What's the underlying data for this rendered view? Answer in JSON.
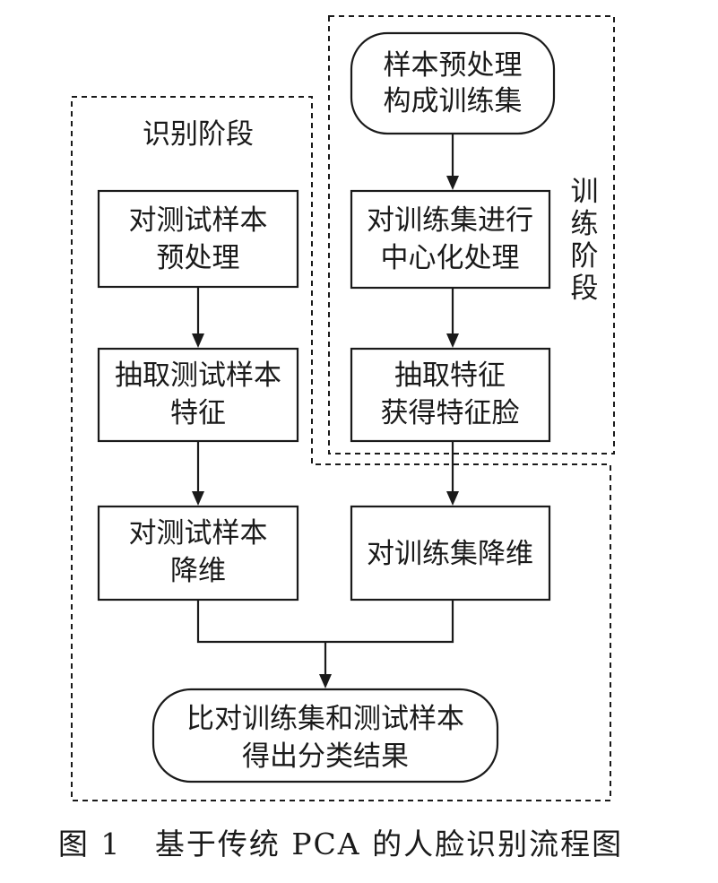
{
  "regions": {
    "recognition": {
      "label": "识别阶段"
    },
    "training": {
      "label_lines": [
        "训",
        "练",
        "阶",
        "段"
      ]
    }
  },
  "nodes": {
    "sample_preprocess": {
      "lines": [
        "样本预处理",
        "构成训练集"
      ]
    },
    "center_train": {
      "lines": [
        "对训练集进行",
        "中心化处理"
      ]
    },
    "extract_eigenface": {
      "lines": [
        "抽取特征",
        "获得特征脸"
      ]
    },
    "reduce_train": {
      "lines": [
        "对训练集降维"
      ]
    },
    "preprocess_test": {
      "lines": [
        "对测试样本",
        "预处理"
      ]
    },
    "extract_test": {
      "lines": [
        "抽取测试样本",
        "特征"
      ]
    },
    "reduce_test": {
      "lines": [
        "对测试样本",
        "降维"
      ]
    },
    "compare_result": {
      "lines": [
        "比对训练集和测试样本",
        "得出分类结果"
      ]
    }
  },
  "caption": "图 1   基于传统 PCA 的人脸识别流程图"
}
